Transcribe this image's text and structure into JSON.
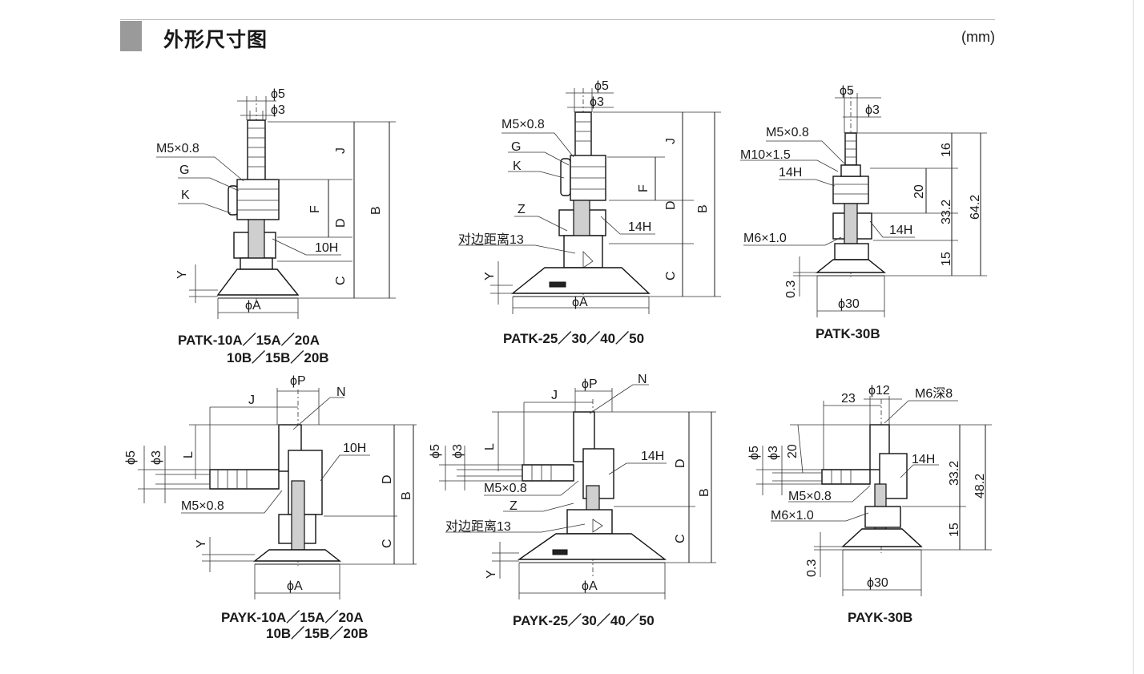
{
  "header": {
    "title": "外形尺寸图",
    "unit": "(mm)"
  },
  "figures": [
    {
      "caption_line1": "PATK-10A／15A／20A",
      "caption_line2": "10B／15B／20B",
      "labels": {
        "phi5": "ϕ5",
        "phi3": "ϕ3",
        "thread": "M5×0.8",
        "g": "G",
        "k": "K",
        "hex": "10H",
        "j": "J",
        "f": "F",
        "d": "D",
        "b": "B",
        "c": "C",
        "y": "Y",
        "phiA": "ϕA"
      }
    },
    {
      "caption_line1": "PATK-25／30／40／50",
      "labels": {
        "phi5": "ϕ5",
        "phi3": "ϕ3",
        "thread": "M5×0.8",
        "g": "G",
        "k": "K",
        "z": "Z",
        "hex": "14H",
        "across": "对边距离13",
        "j": "J",
        "f": "F",
        "d": "D",
        "b": "B",
        "c": "C",
        "y": "Y",
        "phiA": "ϕA"
      }
    },
    {
      "caption_line1": "PATK-30B",
      "labels": {
        "phi5": "ϕ5",
        "phi3": "ϕ3",
        "thread1": "M5×0.8",
        "thread2": "M10×1.5",
        "hex1": "14H",
        "hex2": "14H",
        "thread3": "M6×1.0",
        "d16": "16",
        "d20": "20",
        "d332": "33.2",
        "d642": "64.2",
        "d15": "15",
        "d03": "0.3",
        "phi30": "ϕ30"
      }
    },
    {
      "caption_line1": "PAYK-10A／15A／20A",
      "caption_line2": "10B／15B／20B",
      "labels": {
        "phiP": "ϕP",
        "n": "N",
        "j": "J",
        "l": "L",
        "phi5": "ϕ5",
        "phi3": "ϕ3",
        "hex": "10H",
        "thread": "M5×0.8",
        "d": "D",
        "b": "B",
        "c": "C",
        "y": "Y",
        "phiA": "ϕA"
      }
    },
    {
      "caption_line1": "PAYK-25／30／40／50",
      "labels": {
        "phiP": "ϕP",
        "n": "N",
        "j": "J",
        "l": "L",
        "phi5": "ϕ5",
        "phi3": "ϕ3",
        "hex": "14H",
        "thread": "M5×0.8",
        "z": "Z",
        "across": "对边距离13",
        "d": "D",
        "b": "B",
        "c": "C",
        "y": "Y",
        "phiA": "ϕA"
      }
    },
    {
      "caption_line1": "PAYK-30B",
      "labels": {
        "d23": "23",
        "phi12": "ϕ12",
        "tap": "M6深8",
        "phi5": "ϕ5",
        "phi3": "ϕ3",
        "d20": "20",
        "hex": "14H",
        "thread1": "M5×0.8",
        "thread2": "M6×1.0",
        "d332": "33.2",
        "d482": "48.2",
        "d15": "15",
        "d03": "0.3",
        "phi30": "ϕ30"
      }
    }
  ]
}
